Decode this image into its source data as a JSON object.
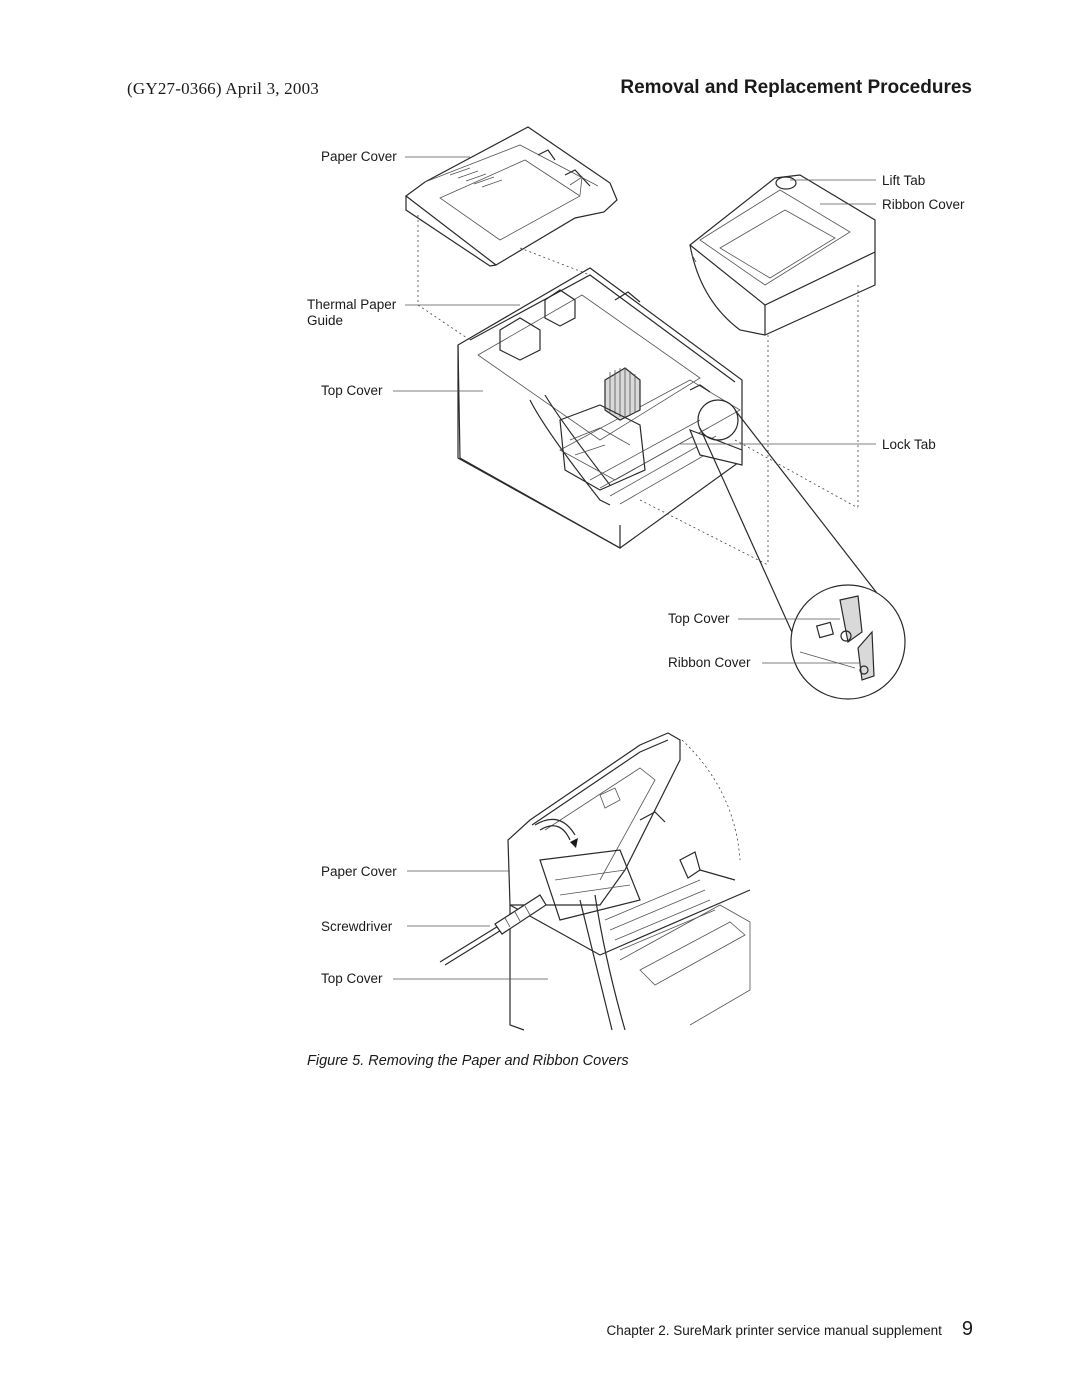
{
  "header": {
    "doc_id": "(GY27-0366) April 3, 2003",
    "section_title": "Removal and Replacement Procedures"
  },
  "figure_top": {
    "labels": {
      "paper_cover": "Paper Cover",
      "thermal_paper_guide_line1": "Thermal Paper",
      "thermal_paper_guide_line2": "Guide",
      "top_cover": "Top Cover",
      "lift_tab": "Lift Tab",
      "ribbon_cover": "Ribbon Cover",
      "lock_tab": "Lock Tab",
      "detail_top_cover": "Top Cover",
      "detail_ribbon_cover": "Ribbon Cover"
    }
  },
  "figure_bottom": {
    "labels": {
      "paper_cover": "Paper Cover",
      "screwdriver": "Screwdriver",
      "top_cover": "Top Cover"
    }
  },
  "caption": "Figure 5. Removing the Paper and Ribbon Covers",
  "footer": {
    "chapter_text": "Chapter 2. SureMark printer service manual supplement",
    "page_number": "9"
  }
}
